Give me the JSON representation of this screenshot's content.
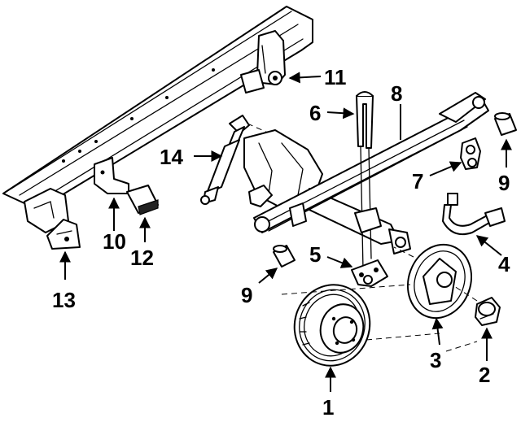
{
  "callouts": {
    "c1": "1",
    "c2": "2",
    "c3": "3",
    "c4": "4",
    "c5": "5",
    "c6": "6",
    "c7": "7",
    "c8": "8",
    "c9a": "9",
    "c9b": "9",
    "c10": "10",
    "c11": "11",
    "c12": "12",
    "c13": "13",
    "c14": "14"
  },
  "colors": {
    "ink": "#000000",
    "paper": "#ffffff"
  }
}
